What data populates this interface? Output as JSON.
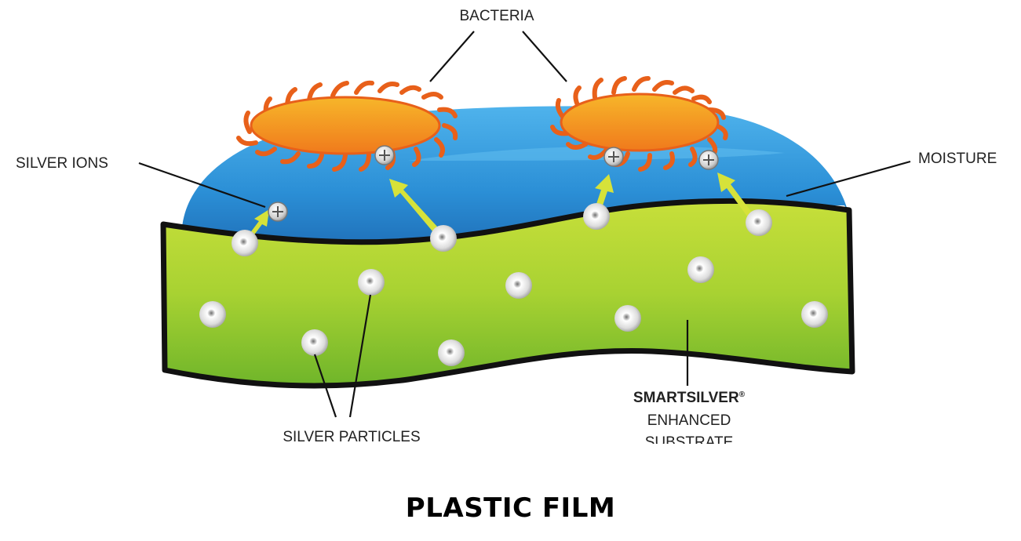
{
  "diagram": {
    "labels": {
      "bacteria": "BACTERIA",
      "silver_ions": "SILVER IONS",
      "moisture": "MOISTURE",
      "silver_particles": "SILVER PARTICLES",
      "substrate_brand": "SMARTSILVER",
      "substrate_brand_mark": "®",
      "substrate_line2": "ENHANCED",
      "substrate_line3": "SUBSTRATE"
    },
    "caption": "PLASTIC FILM",
    "colors": {
      "moisture": "#2b8fd6",
      "substrate": "#9fcc2c",
      "bacteria": "#f4a21c",
      "bacteria_outline": "#e8601a",
      "arrow": "#d6e23a",
      "particle": "#c9c9c9",
      "outline": "#111111"
    },
    "icons": [
      "bacteria-icon",
      "silver-ion-icon",
      "silver-particle-icon",
      "arrow-icon"
    ]
  }
}
